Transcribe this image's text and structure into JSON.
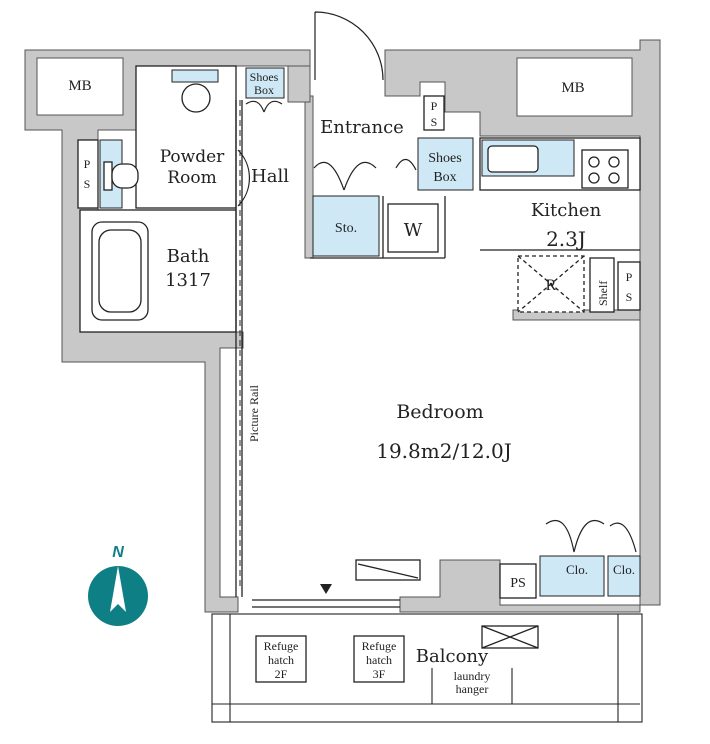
{
  "rooms": {
    "mb_left": "MB",
    "mb_right": "MB",
    "ps_top": "PS",
    "ps_left": "PS",
    "shoes_box_hall": [
      "Shoes",
      "Box"
    ],
    "entrance": "Entrance",
    "shoes_box_entrance": [
      "Shoes",
      "Box"
    ],
    "powder_room": [
      "Powder",
      "Room"
    ],
    "hall": "Hall",
    "storage": "Sto.",
    "washer": "W",
    "kitchen": "Kitchen",
    "kitchen_size": "2.3J",
    "fridge": "R",
    "shelf": "Shelf",
    "ps_kitchen": "PS",
    "bath": "Bath",
    "bath_size": "1317",
    "picture_rail": "Picture Rail",
    "bedroom": "Bedroom",
    "bedroom_size": "19.8m2/12.0J",
    "ps_bedroom": "PS",
    "closet_1": "Clo.",
    "closet_2": "Clo.",
    "refuge_2f": [
      "Refuge",
      "hatch",
      "2F"
    ],
    "refuge_3f": [
      "Refuge",
      "hatch",
      "3F"
    ],
    "balcony": "Balcony",
    "laundry_hanger": [
      "laundry",
      "hanger"
    ]
  },
  "compass": {
    "label": "N"
  },
  "colors": {
    "wall": "#c8c8c8",
    "wall_edge": "#555555",
    "fixture_blue": "#cfe8f6",
    "compass": "#0e7f84",
    "line": "#222222"
  }
}
